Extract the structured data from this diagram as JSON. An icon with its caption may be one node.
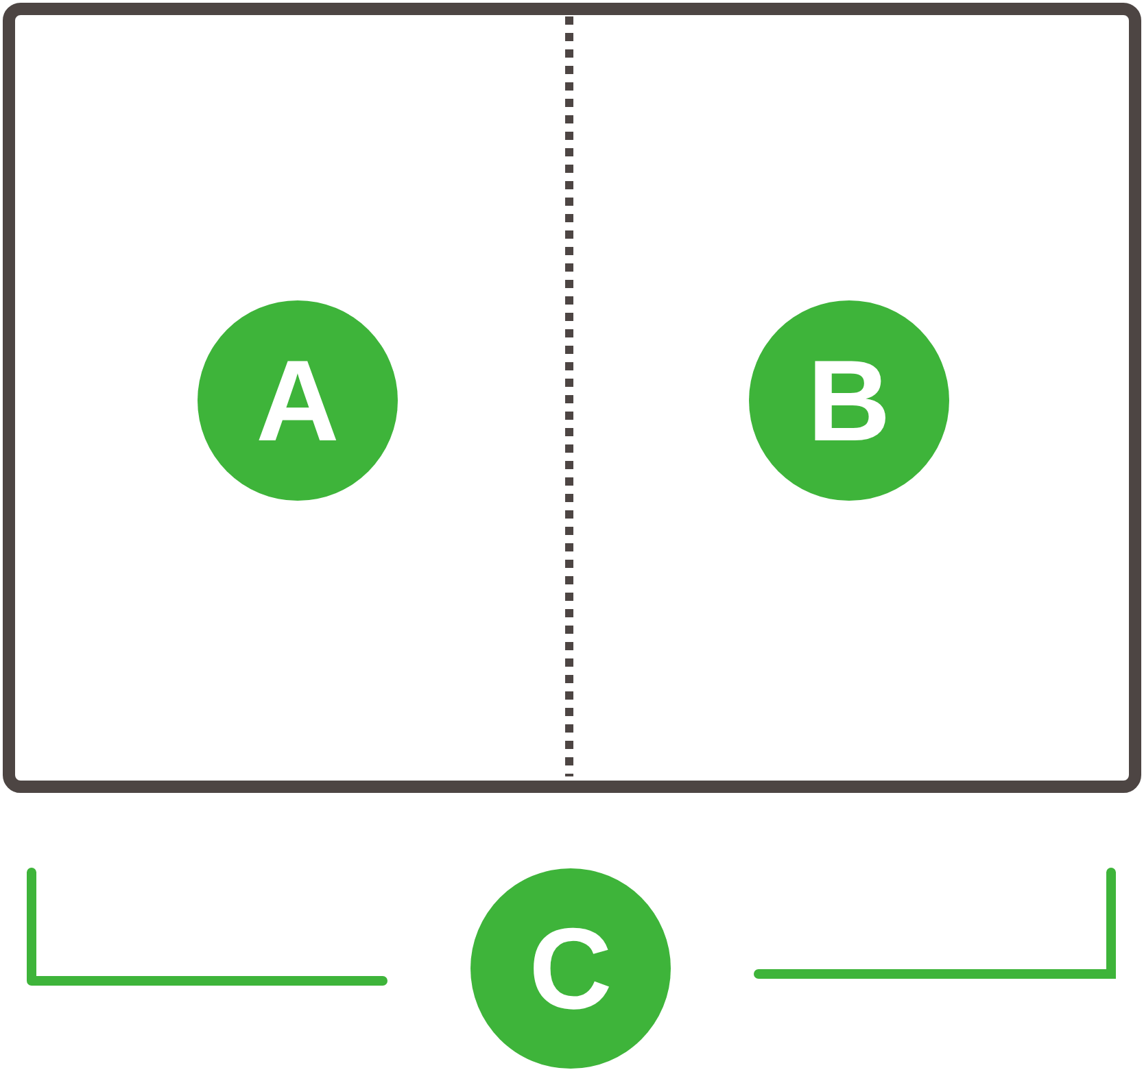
{
  "diagram": {
    "nodes": [
      {
        "text": [],
        "shape": "box"
      },
      {
        "text": [
          "A"
        ],
        "in": 0
      },
      {
        "text": [
          "B"
        ],
        "in": 0
      },
      {
        "text": [
          "C"
        ]
      }
    ]
  }
}
